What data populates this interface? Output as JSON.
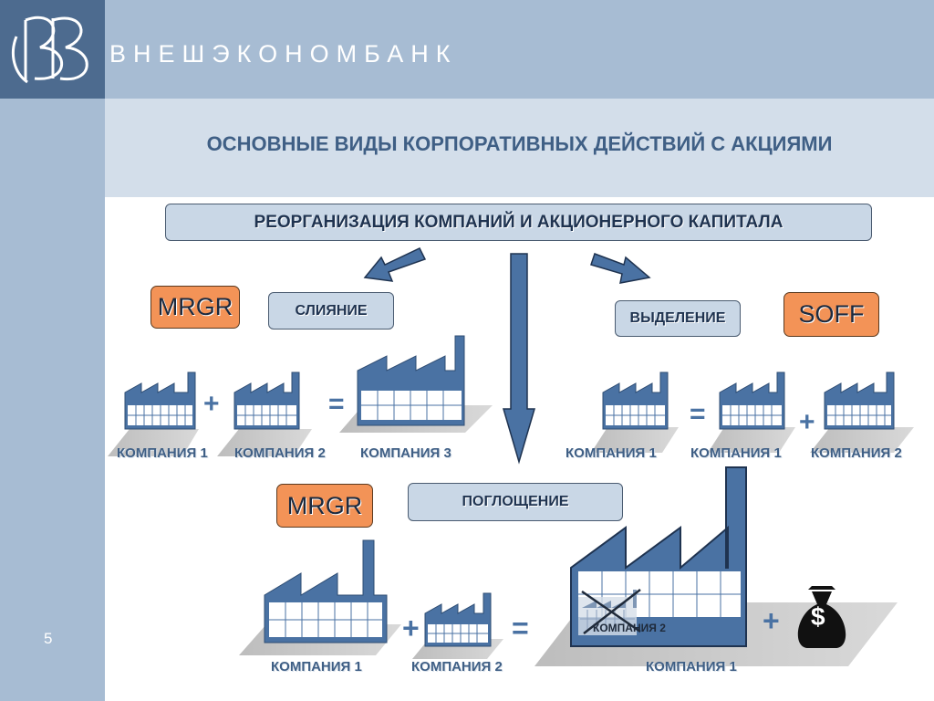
{
  "header": {
    "bank_name": "ВНЕШЭКОНОМБАНК",
    "title": "ОСНОВНЫЕ ВИДЫ КОРПОРАТИВНЫХ ДЕЙСТВИЙ С АКЦИЯМИ",
    "page_number": "5"
  },
  "colors": {
    "sidebar": "#a7bcd3",
    "logo_box": "#4d6b8f",
    "title_band": "#d3deea",
    "factory": "#4a72a3",
    "badge": "#f39357",
    "title_text": "#3f5f85"
  },
  "reorg_box": "РЕОРГАНИЗАЦИЯ КОМПАНИЙ И АКЦИОНЕРНОГО КАПИТАЛА",
  "merger": {
    "code": "MRGR",
    "label": "СЛИЯНИЕ",
    "companies": [
      "КОМПАНИЯ 1",
      "КОМПАНИЯ 2",
      "КОМПАНИЯ 3"
    ]
  },
  "spinoff": {
    "code": "SOFF",
    "label": "ВЫДЕЛЕНИЕ",
    "companies": [
      "КОМПАНИЯ 1",
      "КОМПАНИЯ 1",
      "КОМПАНИЯ 2"
    ]
  },
  "acquisition": {
    "code": "MRGR",
    "label": "ПОГЛОЩЕНИЕ",
    "companies": [
      "КОМПАНИЯ 1",
      "КОМПАНИЯ 2",
      "КОМПАНИЯ 1"
    ],
    "absorbed_label": "КОМПАНИЯ 2"
  },
  "symbols": {
    "plus": "+",
    "equals": "=",
    "dollar": "$"
  },
  "icons": [
    "vneshekonombank-logo",
    "factory-icon",
    "arrow-icon",
    "money-bag-icon",
    "cross-icon"
  ]
}
